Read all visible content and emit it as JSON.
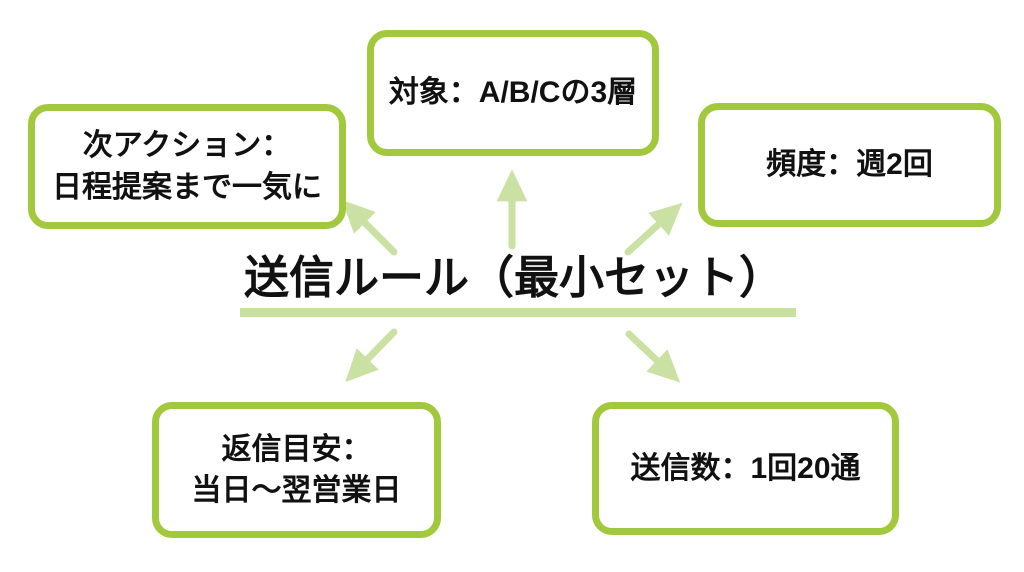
{
  "title": {
    "text": "送信ルール（最小セット）"
  },
  "nodes": {
    "target": {
      "label": "対象：A/B/Cの3層"
    },
    "next_action": {
      "line1": "次アクション：",
      "line2": "日程提案まで一気に"
    },
    "frequency": {
      "label": "頻度：週2回"
    },
    "reply_time": {
      "line1": "返信目安：",
      "line2": "当日〜翌営業日"
    },
    "send_count": {
      "label": "送信数：1回20通"
    }
  },
  "colors": {
    "box-border": "#a2c83d",
    "arrow": "#cbe1a4",
    "underline": "#c8e0a2",
    "text": "#111111",
    "background": "#ffffff"
  }
}
